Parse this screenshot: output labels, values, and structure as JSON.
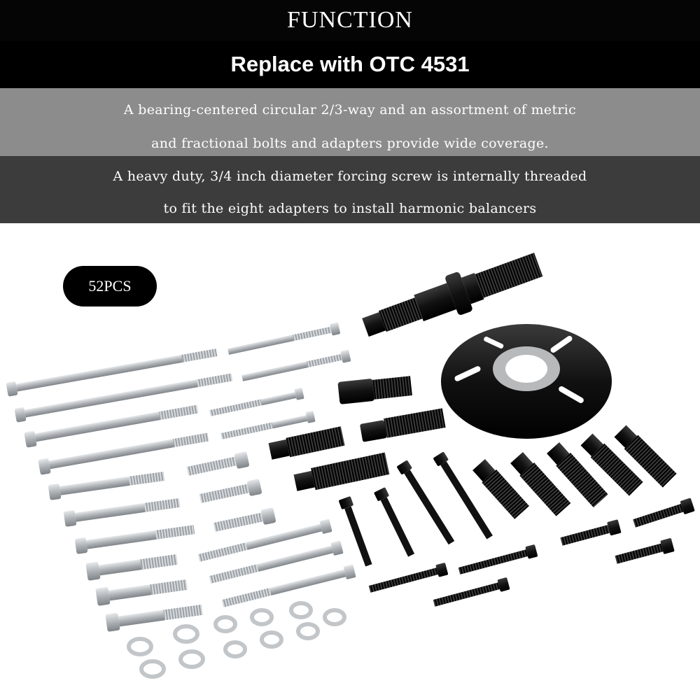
{
  "header": {
    "function_label": "FUNCTION",
    "replace_text": "Replace with OTC 4531"
  },
  "descriptions": [
    {
      "line1": "A bearing-centered circular 2/3-way and an assortment of metric",
      "line2": "and fractional bolts and adapters provide wide coverage."
    },
    {
      "line1": "A heavy duty, 3/4 inch diameter forcing screw is internally threaded",
      "line2": "to fit the eight adapters to install harmonic balancers"
    }
  ],
  "badge": {
    "text": "52PCS"
  },
  "colors": {
    "header_bg": "#050505",
    "band_gray": "#8c8c8c",
    "band_dark": "#3c3c3c",
    "text": "#ffffff",
    "steel": "#b9bcc0",
    "black_part": "#111111"
  },
  "image": {
    "subject": "harmonic balancer puller tool kit",
    "icon": "product-photo"
  }
}
